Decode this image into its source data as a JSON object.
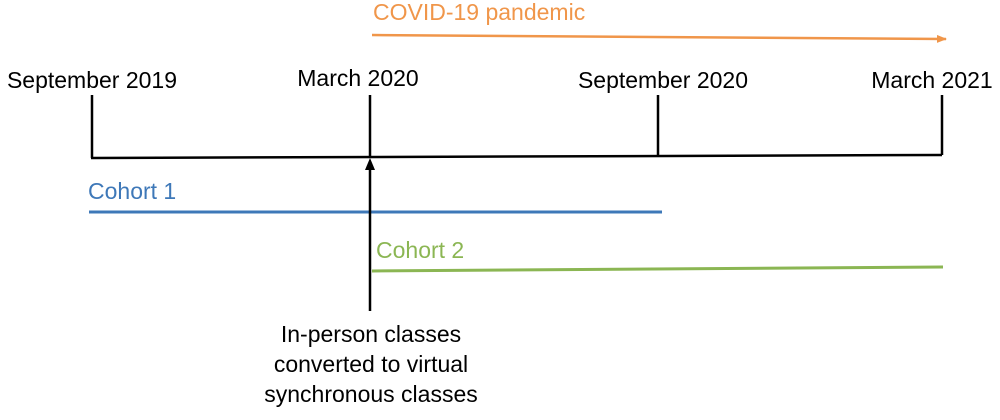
{
  "pandemic": {
    "label": "COVID-19 pandemic",
    "color": "#F0964A"
  },
  "timeline": {
    "ticks": [
      {
        "label": "September 2019"
      },
      {
        "label": "March 2020"
      },
      {
        "label": "September 2020"
      },
      {
        "label": "March 2021"
      }
    ]
  },
  "cohorts": [
    {
      "label": "Cohort 1",
      "color": "#3E78B8"
    },
    {
      "label": "Cohort 2",
      "color": "#8BB653"
    }
  ],
  "annotation": {
    "lines": [
      "In-person classes",
      "converted to virtual",
      "synchronous classes"
    ]
  }
}
